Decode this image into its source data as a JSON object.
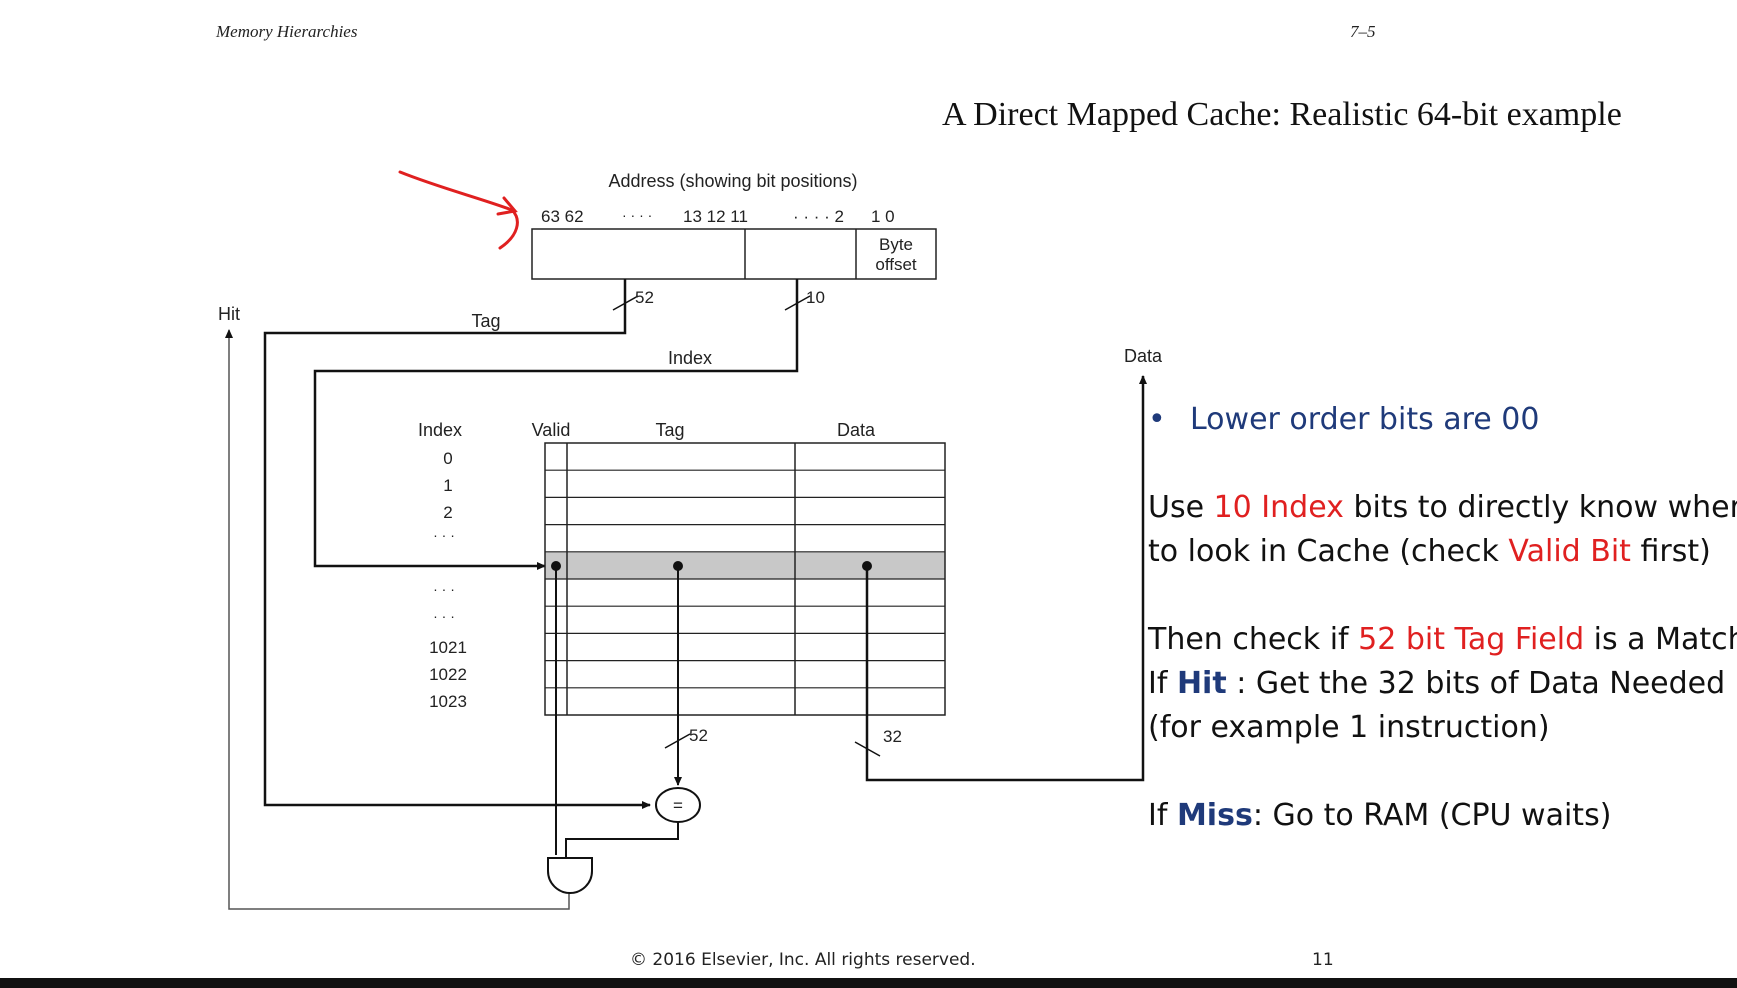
{
  "header": {
    "left": "Memory Hierarchies",
    "right": "7–5"
  },
  "title": "A Direct Mapped Cache: Realistic 64-bit example",
  "diagram": {
    "address_label": "Address (showing bit positions)",
    "bit_positions": {
      "high": "63 62",
      "dots1": "· · · ·",
      "mid": "13 12 11",
      "dots2": "· · · · 2",
      "low": "1 0"
    },
    "byte_offset": [
      "Byte",
      "offset"
    ],
    "tag_width": "52",
    "index_width": "10",
    "hit_label": "Hit",
    "tag_label": "Tag",
    "index_label": "Index",
    "data_label": "Data",
    "columns": {
      "index": "Index",
      "valid": "Valid",
      "tag": "Tag",
      "data": "Data"
    },
    "row_labels": [
      "0",
      "1",
      "2",
      "· · ·",
      "· · ·",
      "· · ·",
      "1021",
      "1022",
      "1023"
    ],
    "compare_width": "52",
    "data_width": "32",
    "comparator": "="
  },
  "notes": {
    "bullet": "Lower order bits are 00",
    "line1": {
      "pre": "Use ",
      "red": "10 Index",
      "post": " bits to directly know wher"
    },
    "line2": {
      "pre": " to look in Cache (check ",
      "red": "Valid Bit",
      "post": " first)"
    },
    "line3": {
      "pre": "Then check if ",
      "red": "52 bit Tag Field",
      "post": " is a Match"
    },
    "line4": {
      "pre": "If ",
      "bold": "Hit",
      "post": " : Get the 32 bits of Data Needed"
    },
    "line5": "(for example 1 instruction)",
    "line6": {
      "pre": "If ",
      "bold": "Miss",
      "post": ": Go to RAM (CPU waits)"
    }
  },
  "footer": {
    "copyright": "© 2016 Elsevier, Inc. All rights reserved.",
    "page": "11"
  },
  "colors": {
    "annotation_arrow": "#e02020",
    "highlight_row": "#c8c8c8",
    "note_blue": "#1f3a7a",
    "note_red": "#e02020"
  }
}
